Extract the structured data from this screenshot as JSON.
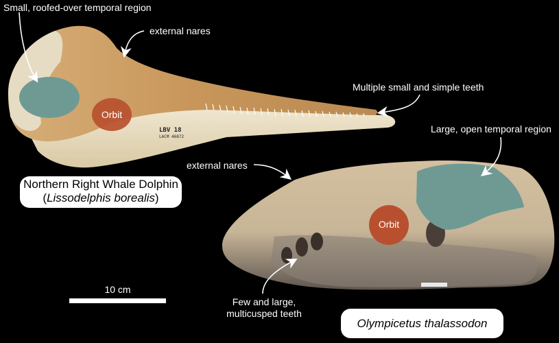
{
  "figure": {
    "background_color": "#000000",
    "annotations": {
      "temporal_small": "Small, roofed-over temporal region",
      "nares_top": "external nares",
      "teeth_simple": "Multiple small and simple teeth",
      "temporal_large": "Large, open temporal region",
      "nares_bottom": "external nares",
      "teeth_large_line1": "Few and large,",
      "teeth_large_line2": "multicusped teeth"
    },
    "orbit_labels": {
      "top_skull": "Orbit",
      "bottom_skull": "Orbit"
    },
    "specimen_tag": {
      "line1": "LBV 18",
      "line2": "LACM 46872"
    },
    "species_boxes": {
      "dolphin_common_name": "Northern Right Whale Dolphin",
      "dolphin_open_paren": "(",
      "dolphin_scientific_name": "Lissodelphis borealis",
      "dolphin_close_paren": ")",
      "fossil_scientific_name": "Olympicetus thalassodon"
    },
    "scale_bar": {
      "label": "10 cm"
    },
    "colors": {
      "temporal_highlight": "#6f9a94",
      "orbit_highlight": "#b8502f",
      "bone_light": "#e8dcc0",
      "bone_tan": "#c89a5e",
      "fossil_rock": "#c9b497"
    }
  }
}
